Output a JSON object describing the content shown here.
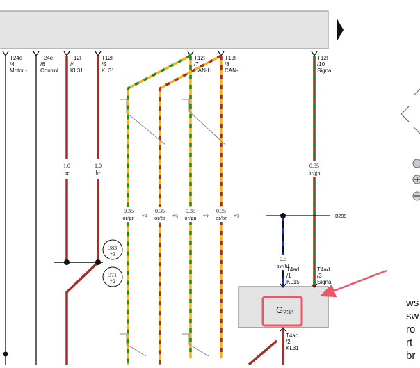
{
  "connectors": [
    {
      "id": "t24e-4",
      "conn": "T24e",
      "pin": "/4",
      "name": "Motor -"
    },
    {
      "id": "t24e-6",
      "conn": "T24e",
      "pin": "/6",
      "name": "Control"
    },
    {
      "id": "t12i-4",
      "conn": "T12I",
      "pin": "/4",
      "name": "KL31"
    },
    {
      "id": "t12i-5",
      "conn": "T12I",
      "pin": "/5",
      "name": "KL31"
    },
    {
      "id": "t12i-7",
      "conn": "T12I",
      "pin": "/7",
      "name": "CAN-H"
    },
    {
      "id": "t12i-8",
      "conn": "T12I",
      "pin": "/8",
      "name": "CAN-L"
    },
    {
      "id": "t12i-10",
      "conn": "T12I",
      "pin": "/10",
      "name": "Signal"
    }
  ],
  "wire_labels": [
    {
      "id": "br-1",
      "size": "1.0",
      "color": "br"
    },
    {
      "id": "br-2",
      "size": "1.0",
      "color": "br"
    },
    {
      "id": "brgn-top",
      "size": "0.35",
      "color": "br/gn"
    },
    {
      "id": "orgn-1",
      "size": "0.35",
      "color": "or/gn",
      "note": "*3"
    },
    {
      "id": "orbr-1",
      "size": "0.35",
      "color": "or/br",
      "note": "*3"
    },
    {
      "id": "orgn-2",
      "size": "0.35",
      "color": "or/gn",
      "note": "*2"
    },
    {
      "id": "orbr-2",
      "size": "0.35",
      "color": "or/br",
      "note": "*2"
    },
    {
      "id": "swbl",
      "size": "0.5",
      "color": "sw/bl"
    }
  ],
  "junctions": [
    {
      "id": "j383",
      "num": "383",
      "note": "*3"
    },
    {
      "id": "j371",
      "num": "371",
      "note": "*2"
    }
  ],
  "bus_label": "B299",
  "component": {
    "name_main": "G",
    "name_sub": "238",
    "pins": [
      {
        "id": "t4ad-1",
        "conn": "T4ad",
        "pin": "/1",
        "name": "KL15"
      },
      {
        "id": "t4ad-3",
        "conn": "T4ad",
        "pin": "/3",
        "name": "Signal"
      },
      {
        "id": "t4ad-2",
        "conn": "T4ad",
        "pin": "/2",
        "name": "KL31"
      }
    ]
  },
  "legend": [
    "ws",
    "sw",
    "ro",
    "rt",
    "br"
  ],
  "colors": {
    "brown": "#a0302a",
    "orange": "#f4b21a",
    "green": "#1a8a2a",
    "blue": "#1b2fd6",
    "black": "#111111",
    "highlight": "#ee5566",
    "box_fill": "#e3e3e3"
  }
}
